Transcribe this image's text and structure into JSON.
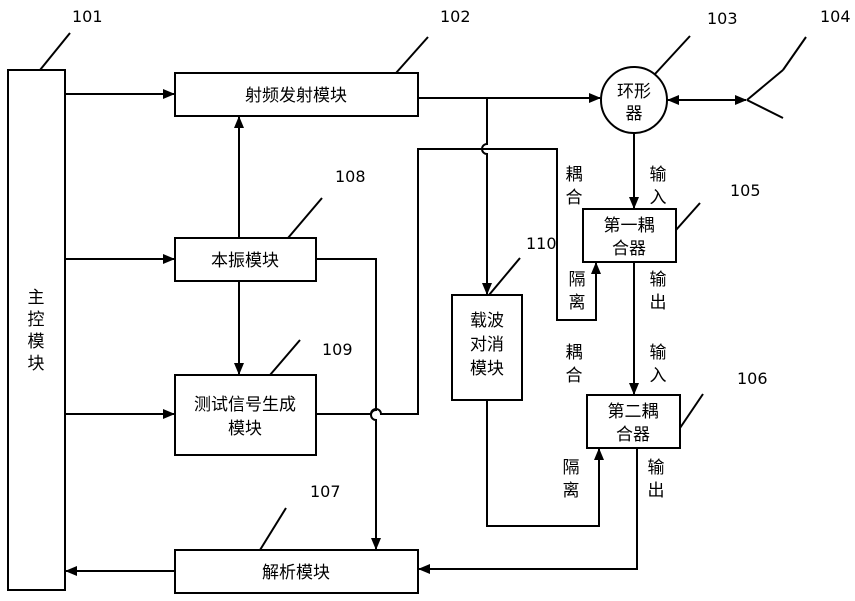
{
  "refs": {
    "main": "101",
    "rf_tx": "102",
    "circulator": "103",
    "antenna": "104",
    "coupler1": "105",
    "coupler2": "106",
    "analysis": "107",
    "lo": "108",
    "test_gen": "109",
    "cancel": "110"
  },
  "blocks": {
    "main_l1": "主",
    "main_l2": "控",
    "main_l3": "模",
    "main_l4": "块",
    "rf_tx": "射频发射模块",
    "lo": "本振模块",
    "test_gen_l1": "测试信号生成",
    "test_gen_l2": "模块",
    "analysis": "解析模块",
    "cancel_l1": "载波",
    "cancel_l2": "对消",
    "cancel_l3": "模块",
    "circulator_l1": "环形",
    "circulator_l2": "器",
    "coupler1_l1": "第一耦",
    "coupler1_l2": "合器",
    "coupler2_l1": "第二耦",
    "coupler2_l2": "合器"
  },
  "ports": {
    "c1_couple_a": "耦",
    "c1_couple_b": "合",
    "c1_in_a": "输",
    "c1_in_b": "入",
    "c1_iso_a": "隔",
    "c1_iso_b": "离",
    "c1_out_a": "输",
    "c1_out_b": "出",
    "c2_couple_a": "耦",
    "c2_couple_b": "合",
    "c2_in_a": "输",
    "c2_in_b": "入",
    "c2_iso_a": "隔",
    "c2_iso_b": "离",
    "c2_out_a": "输",
    "c2_out_b": "出"
  }
}
